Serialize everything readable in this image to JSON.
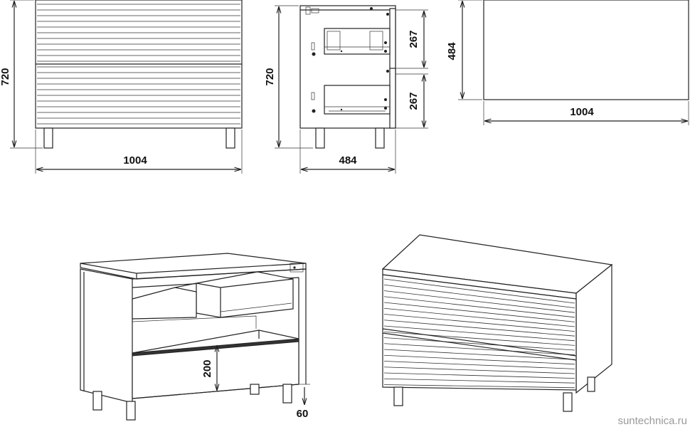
{
  "front_view": {
    "width_label": "1004",
    "height_label": "720"
  },
  "side_view": {
    "depth_label": "484",
    "height_label": "720",
    "drawer_upper_label": "267",
    "drawer_lower_label": "267"
  },
  "top_view": {
    "width_label": "1004",
    "depth_label": "484"
  },
  "iso_open": {
    "drawer_height_label": "200",
    "leg_height_label": "60"
  },
  "watermark": "suntechnica.ru"
}
